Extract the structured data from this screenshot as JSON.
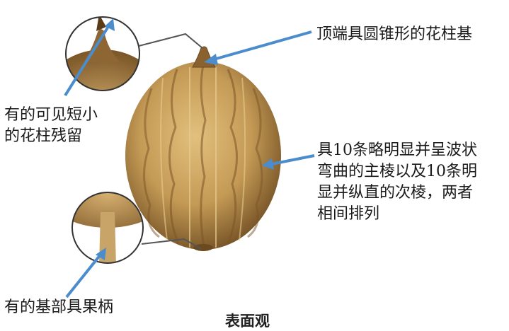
{
  "labels": {
    "stylopodium": "顶端具圆锥形的花柱基",
    "style_remnant": "有的可见短小\n的花柱残留",
    "ridges": "具10条略明显并呈波状\n弯曲的主棱以及10条明\n显并纵直的次棱，两者\n相间排列",
    "pedicel": "有的基部具果柄"
  },
  "caption": "表面观",
  "colors": {
    "arrow": "#4a8ccc",
    "connector": "#555555",
    "fruit": "#c49a55"
  }
}
